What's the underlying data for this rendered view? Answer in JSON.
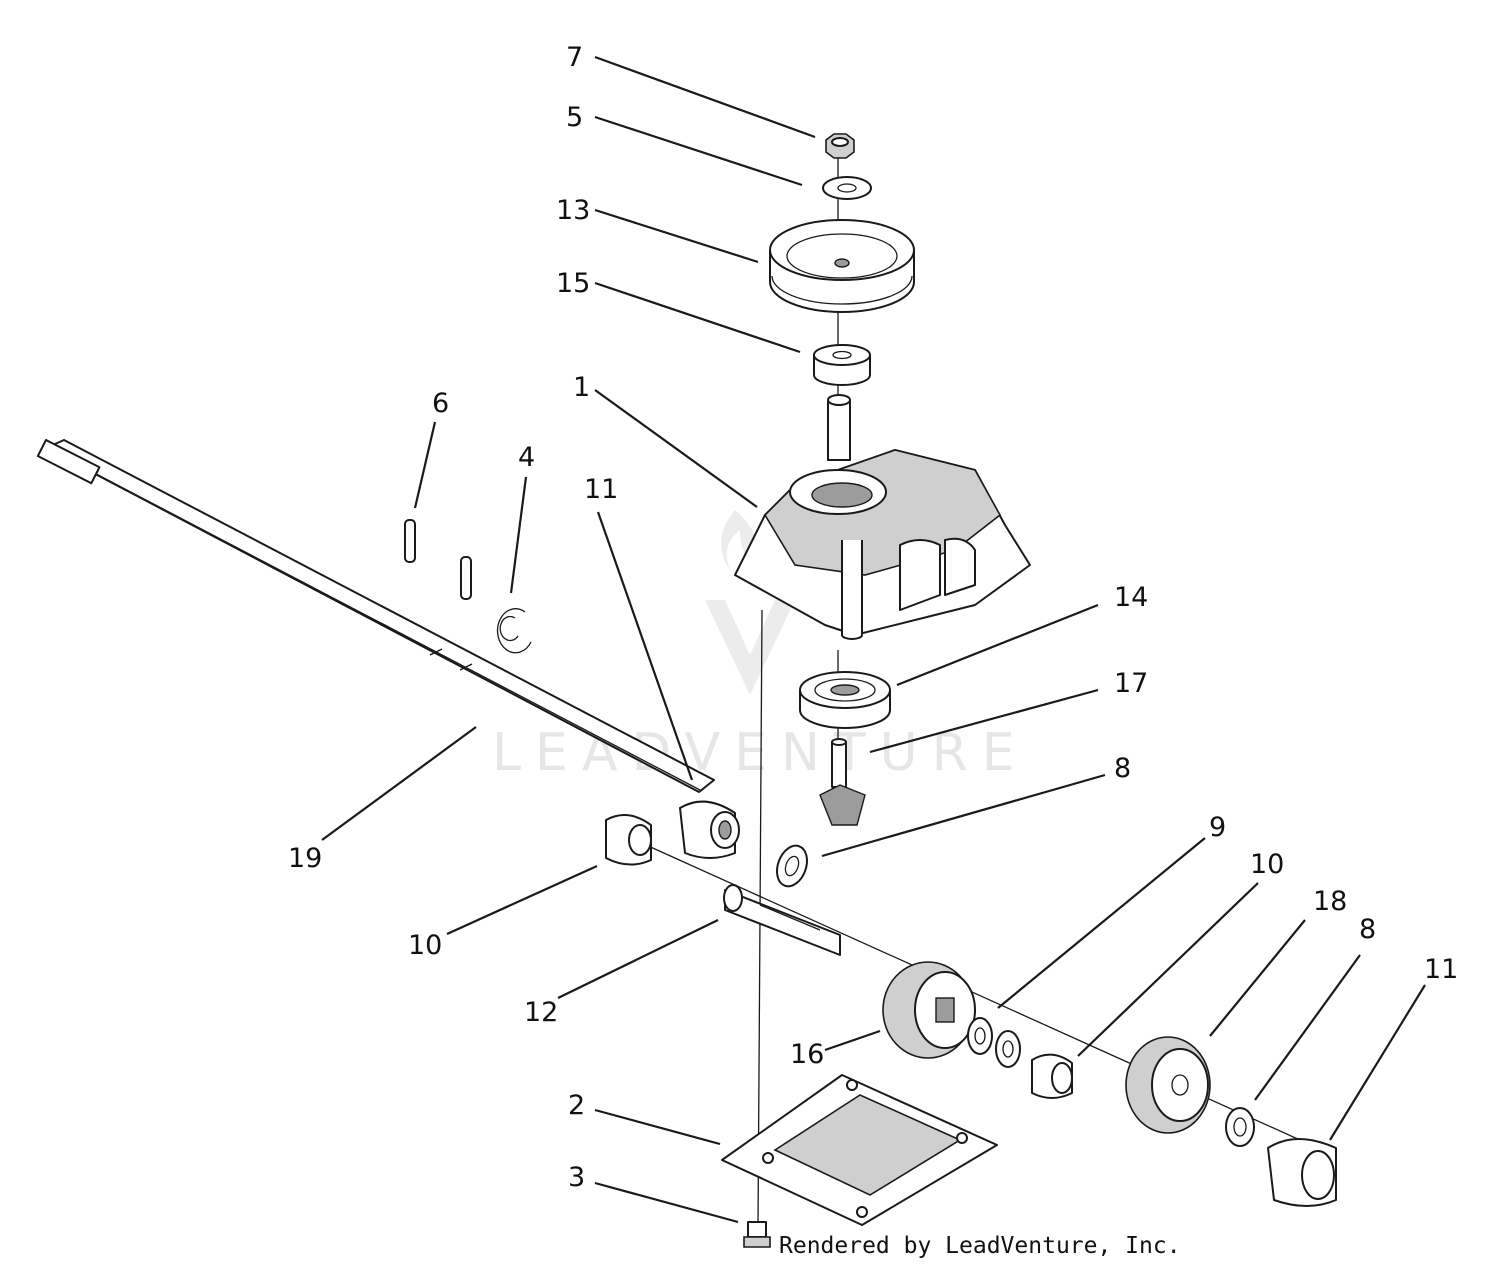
{
  "watermark_text": "LEADVENTURE",
  "credit_text": "Rendered by LeadVenture, Inc.",
  "callouts": [
    {
      "id": "c7",
      "label": "7"
    },
    {
      "id": "c5",
      "label": "5"
    },
    {
      "id": "c13",
      "label": "13"
    },
    {
      "id": "c15",
      "label": "15"
    },
    {
      "id": "c1",
      "label": "1"
    },
    {
      "id": "c6",
      "label": "6"
    },
    {
      "id": "c4",
      "label": "4"
    },
    {
      "id": "c11a",
      "label": "11"
    },
    {
      "id": "c14",
      "label": "14"
    },
    {
      "id": "c17",
      "label": "17"
    },
    {
      "id": "c8a",
      "label": "8"
    },
    {
      "id": "c19",
      "label": "19"
    },
    {
      "id": "c9",
      "label": "9"
    },
    {
      "id": "c10a",
      "label": "10"
    },
    {
      "id": "c18",
      "label": "18"
    },
    {
      "id": "c8b",
      "label": "8"
    },
    {
      "id": "c11b",
      "label": "11"
    },
    {
      "id": "c10b",
      "label": "10"
    },
    {
      "id": "c12",
      "label": "12"
    },
    {
      "id": "c16",
      "label": "16"
    },
    {
      "id": "c2",
      "label": "2"
    },
    {
      "id": "c3",
      "label": "3"
    }
  ]
}
